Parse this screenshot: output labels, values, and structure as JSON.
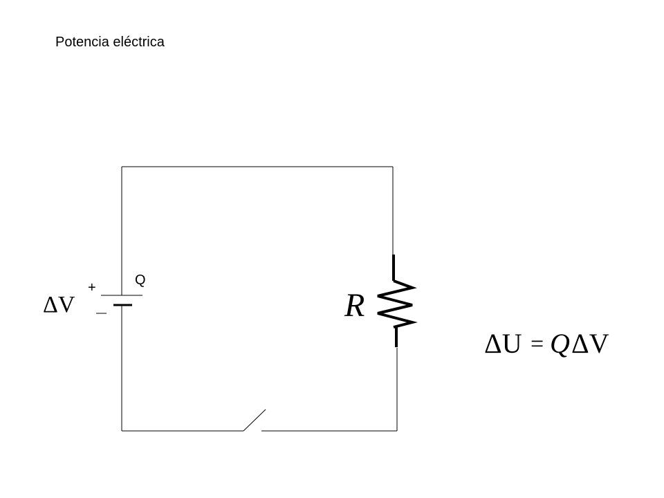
{
  "title": "Potencia eléctrica",
  "battery": {
    "voltage_symbol": "ΔV",
    "charge_label": "Q",
    "plus_sign": "+"
  },
  "resistor": {
    "label": "R"
  },
  "equation": {
    "lhs": "ΔU",
    "equals": "=",
    "rhs_charge": "Q",
    "rhs_voltage": "ΔV"
  },
  "colors": {
    "wire": "#000000",
    "background": "#ffffff"
  }
}
